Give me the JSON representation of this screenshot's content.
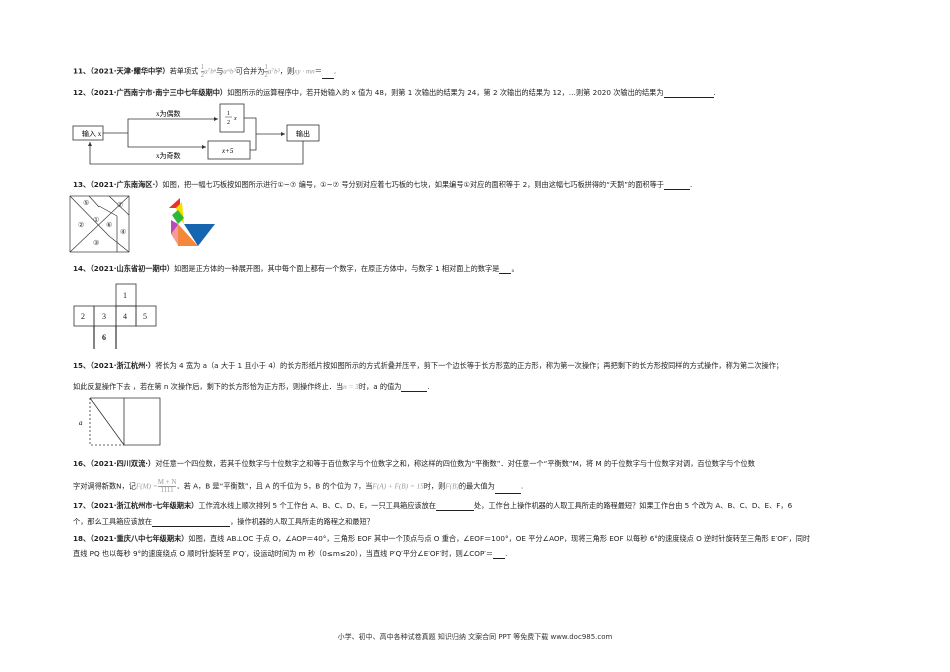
{
  "q11": {
    "num": "11、",
    "src": "（2021·天津·耀华中学）",
    "t1": "若单项式",
    "f1n": "1",
    "f1d": "2",
    "m1": "a⁷bⁿ",
    "t2": "与",
    "m2": "aᵐb³",
    "t3": "可合并为",
    "f2n": "1",
    "f2d": "2",
    "m3": "a⁷b³",
    "t4": "，则",
    "m4": "xy · mn",
    "t5": "＝",
    "t6": "."
  },
  "q12": {
    "num": "12、",
    "src": "（2021·广西南宁市·南宁三中七年级期中）",
    "text": "如图所示的运算程序中，若开始输入的 x 值为 48，则第 1 次输出的结果为 24，第 2 次输出的结果为 12，…则第 2020 次输出的结果为",
    "end": ".",
    "flow": {
      "input": "输入 x",
      "even": "x为偶数",
      "odd": "x为奇数",
      "half_n": "1",
      "half_d": "2",
      "half_x": "x",
      "plus": "x+5",
      "output": "输出"
    }
  },
  "q13": {
    "num": "13、",
    "src": "（2021·广东南海区·）",
    "text": "如图，把一幅七巧板按如图所示进行①~⑦ 编号，①~⑦ 号分别对应着七巧板的七块，如果编号①对应的面积等于 2，则由这幅七巧板拼得的“天鹅”的面积等于",
    "end": ".",
    "labels": [
      "①",
      "②",
      "③",
      "④",
      "⑤",
      "⑥",
      "⑦"
    ],
    "colors": {
      "red": "#e8322a",
      "yellow": "#f5e000",
      "green": "#2db83a",
      "purple": "#b84ac0",
      "pink": "#f49a9a",
      "orange": "#f5873a",
      "blue": "#1565b0"
    }
  },
  "q14": {
    "num": "14、",
    "src": "（2021·山东省初一期中）",
    "text": "如图是正方体的一种展开图，其中每个面上都有一个数字，在原正方体中，与数字 1 相对面上的数字是",
    "end": "。",
    "cells": [
      "1",
      "2",
      "3",
      "4",
      "5",
      "6"
    ]
  },
  "q15": {
    "num": "15、",
    "src": "（2021·浙江杭州·）",
    "text1": "将长为 4 宽为 a（a 大于 1 且小于 4）的长方形纸片按如图所示的方式折叠并压平，剪下一个边长等于长方形宽的正方形，称为第一次操作；再把剩下的长方形按同样的方式操作，称为第二次操作；",
    "text2a": "如此反复操作下去 ，若在第 n 次操作后，剩下的长方形恰为正方形，则操作终止．当",
    "m": "n = 3",
    "text2b": "时，a 的值为",
    "end": ".",
    "label": "a"
  },
  "q16": {
    "num": "16、",
    "src": "（2021·四川双流·）",
    "text1": "对任意一个四位数，若其千位数字与十位数字之和等于百位数字与个位数字之和，称这样的四位数为“平衡数”．对任意一个“平衡数”M，将 M 的千位数字与十位数字对调，百位数字与个位数",
    "text2a": "字对调得新数N，记",
    "fm": "F(M) =",
    "fn": "M + N",
    "fd": "1111",
    "text2b": "．若 A，B 是“平衡数”，且 A 的千位为 5，B 的个位为 7，当",
    "m2": "F(A) + F(B) = 15",
    "text2c": "时，则",
    "m3": "F(B)",
    "text2d": "的最大值为",
    "end": "."
  },
  "q17": {
    "num": "17、",
    "src": "（2021·浙江杭州市·七年级期末）",
    "text1a": "工作流水线上顺次排列 5 个工作台 A、B、C、D、E，一只工具箱应该放在",
    "text1b": "处，工作台上操作机器的人取工具所走的路程最短？如果工作台由 5 个改为 A、B、C、D、E、F，6",
    "text2a": "个，那么工具箱应该放在",
    "text2b": "，操作机器的人取工具所走的路程之和最短？"
  },
  "q18": {
    "num": "18、",
    "src": "（2021·重庆八中七年级期末）",
    "text1": "如图，直线 AB⊥OC 于点 O，∠AOP＝40°，三角形 EOF 其中一个顶点与点 O 重合，∠EOF＝100°，OE 平分∠AOP，现将三角形 EOF 以每秒 6°的速度绕点 O 逆时针旋转至三角形 E′OF′，同时",
    "text2a": "直线 PQ 也以每秒 9°的速度绕点 O 顺时针旋转至 P′Q′，设运动时间为 m 秒（0≤m≤20），当直线 P′Q′平分∠E′OF′时，则∠COP′＝",
    "end": "."
  },
  "footer": "小学、初中、高中各种试卷真题 知识归纳 文案合同 PPT 等免费下载   www.doc985.com"
}
